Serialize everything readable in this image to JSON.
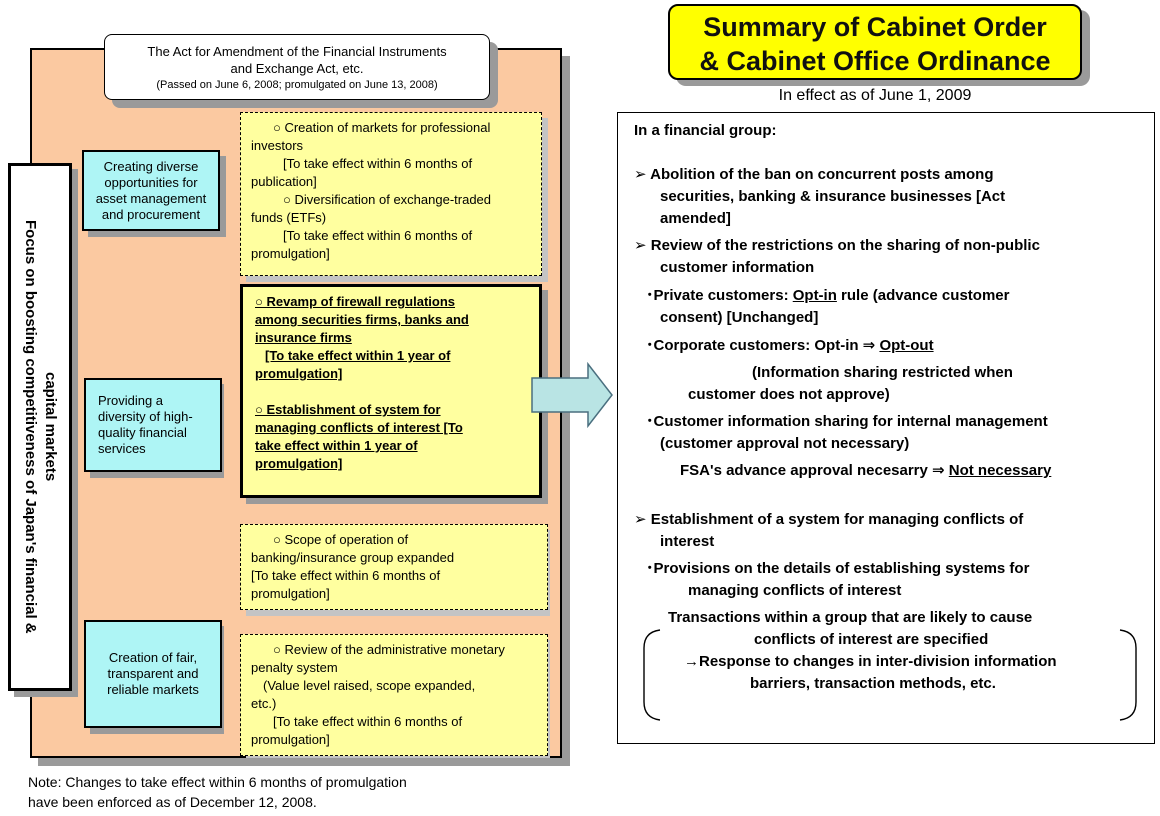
{
  "act_box": {
    "line1": "The Act for Amendment of the Financial Instruments",
    "line2": "and Exchange Act, etc.",
    "line3": "(Passed on June 6, 2008; promulgated on June 13, 2008)"
  },
  "vertical_title": {
    "line1": "Focus on boosting competitiveness of Japan's financial &",
    "line2": "capital markets"
  },
  "categories": [
    {
      "line1": "Creating diverse",
      "line2": "opportunities for",
      "line3": "asset management",
      "line4": "and procurement"
    },
    {
      "line1": "Providing  a",
      "line2": "diversity of high-",
      "line3": "quality financial",
      "line4": "services"
    },
    {
      "line1": "Creation of fair,",
      "line2": "transparent and",
      "line3": "reliable markets"
    }
  ],
  "measures": {
    "box1": [
      "○ Creation of markets for professional",
      "investors",
      "[To take effect within 6 months of",
      "publication]",
      "○ Diversification of exchange-traded",
      "funds (ETFs)",
      "[To take effect within 6 months of",
      "promulgation]"
    ],
    "box2": [
      "○ Revamp of firewall regulations",
      "among securities firms, banks and",
      "insurance firms",
      "[To take effect within 1 year of",
      "promulgation]",
      "○ Establishment of system for",
      "managing conflicts of interest  [To",
      "take effect within 1 year of",
      "promulgation]"
    ],
    "box3": [
      "○ Scope of operation of",
      "banking/insurance group expanded",
      "[To take effect within 6 months of",
      "promulgation]"
    ],
    "box4": [
      "○ Review of the administrative monetary",
      "penalty system",
      "(Value level raised, scope expanded,",
      "etc.)",
      "[To take effect within 6 months of",
      "promulgation]"
    ]
  },
  "note": {
    "line1": "Note: Changes to take effect within 6 months of promulgation",
    "line2": "have been enforced as of December 12, 2008."
  },
  "summary": {
    "title_line1": "Summary of Cabinet Order",
    "title_line2": "& Cabinet Office Ordinance",
    "effect": "In effect as of June 1, 2009",
    "heading": "In a financial group:",
    "b1_line1": "➢ Abolition of the ban on concurrent posts among",
    "b1_line2": "securities, banking & insurance businesses [Act",
    "b1_line3": "amended]",
    "b2_line1": "➢ Review of the restrictions on the sharing of non-public",
    "b2_line2": "customer information",
    "p1_a": "･Private customers: ",
    "p1_b": "Opt-in",
    "p1_c": " rule (advance customer",
    "p1_line2": "consent) [Unchanged]",
    "c1_a": "･Corporate customers: Opt-in ⇒ ",
    "c1_b": "Opt-out",
    "c1_line2": "(Information sharing restricted when",
    "c1_line3": "customer does not approve)",
    "ci_line1": "･Customer information sharing for internal management",
    "ci_line2": "(customer approval not necessary)",
    "fsa_a": "FSA's advance approval necesarry ⇒ ",
    "fsa_b": "Not necessary",
    "b3_line1": "➢ Establishment of a system for managing conflicts of",
    "b3_line2": "interest",
    "pr_line1": "･Provisions on the details of establishing systems for",
    "pr_line2": "managing conflicts of interest",
    "tx_line1": "Transactions within a group that are likely to cause",
    "tx_line2": "conflicts of interest are specified",
    "tx_line3": "→Response to changes in inter-division information",
    "tx_line4": "barriers, transaction methods, etc."
  }
}
